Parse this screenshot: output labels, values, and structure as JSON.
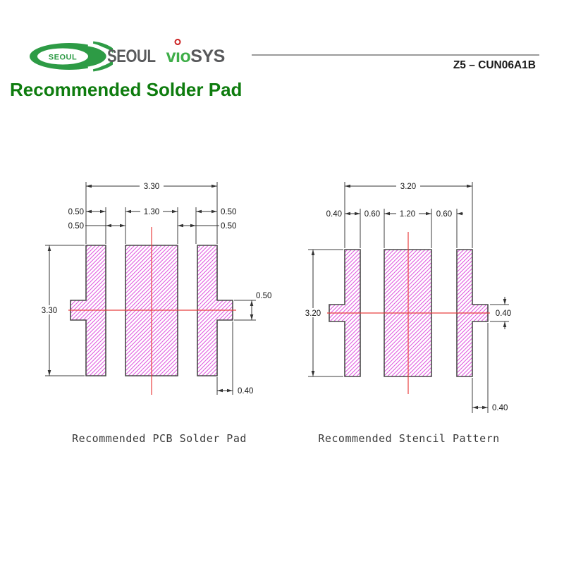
{
  "header": {
    "logo_oval_text": "SEOUL",
    "brand": {
      "gray1": "SEOUL",
      "green_v": "v",
      "green_i": "ı",
      "green_o": "o",
      "gray2": "SYS"
    },
    "part_number": "Z5 – CUN06A1B"
  },
  "page_title": "Recommended Solder Pad",
  "diagrams": [
    {
      "caption": "Recommended PCB Solder Pad",
      "dims": {
        "overall_width": "3.30",
        "left_pad_width": "0.50",
        "center_pad_width": "1.30",
        "right_pad_width": "0.50",
        "left_gap": "0.50",
        "right_gap": "0.50",
        "overall_height": "3.30",
        "notch_height": "0.50",
        "notch_width": "0.40"
      }
    },
    {
      "caption": "Recommended Stencil Pattern",
      "dims": {
        "overall_width": "3.20",
        "left_pad_width": "0.40",
        "left_gap": "0.60",
        "center_pad_width": "1.20",
        "right_gap": "0.60",
        "overall_height": "3.20",
        "notch_height": "0.40",
        "notch_width": "0.40"
      }
    }
  ],
  "colors": {
    "hatch": "#e05ce0",
    "outline": "#4a4a4a",
    "centerline": "#e84040",
    "dimension": "#333333",
    "logo_green": "#2d9b45",
    "brand_green": "#3fae49",
    "brand_gray": "#58595b",
    "title_green": "#0e7c0e",
    "ring_red": "#cc2222"
  }
}
